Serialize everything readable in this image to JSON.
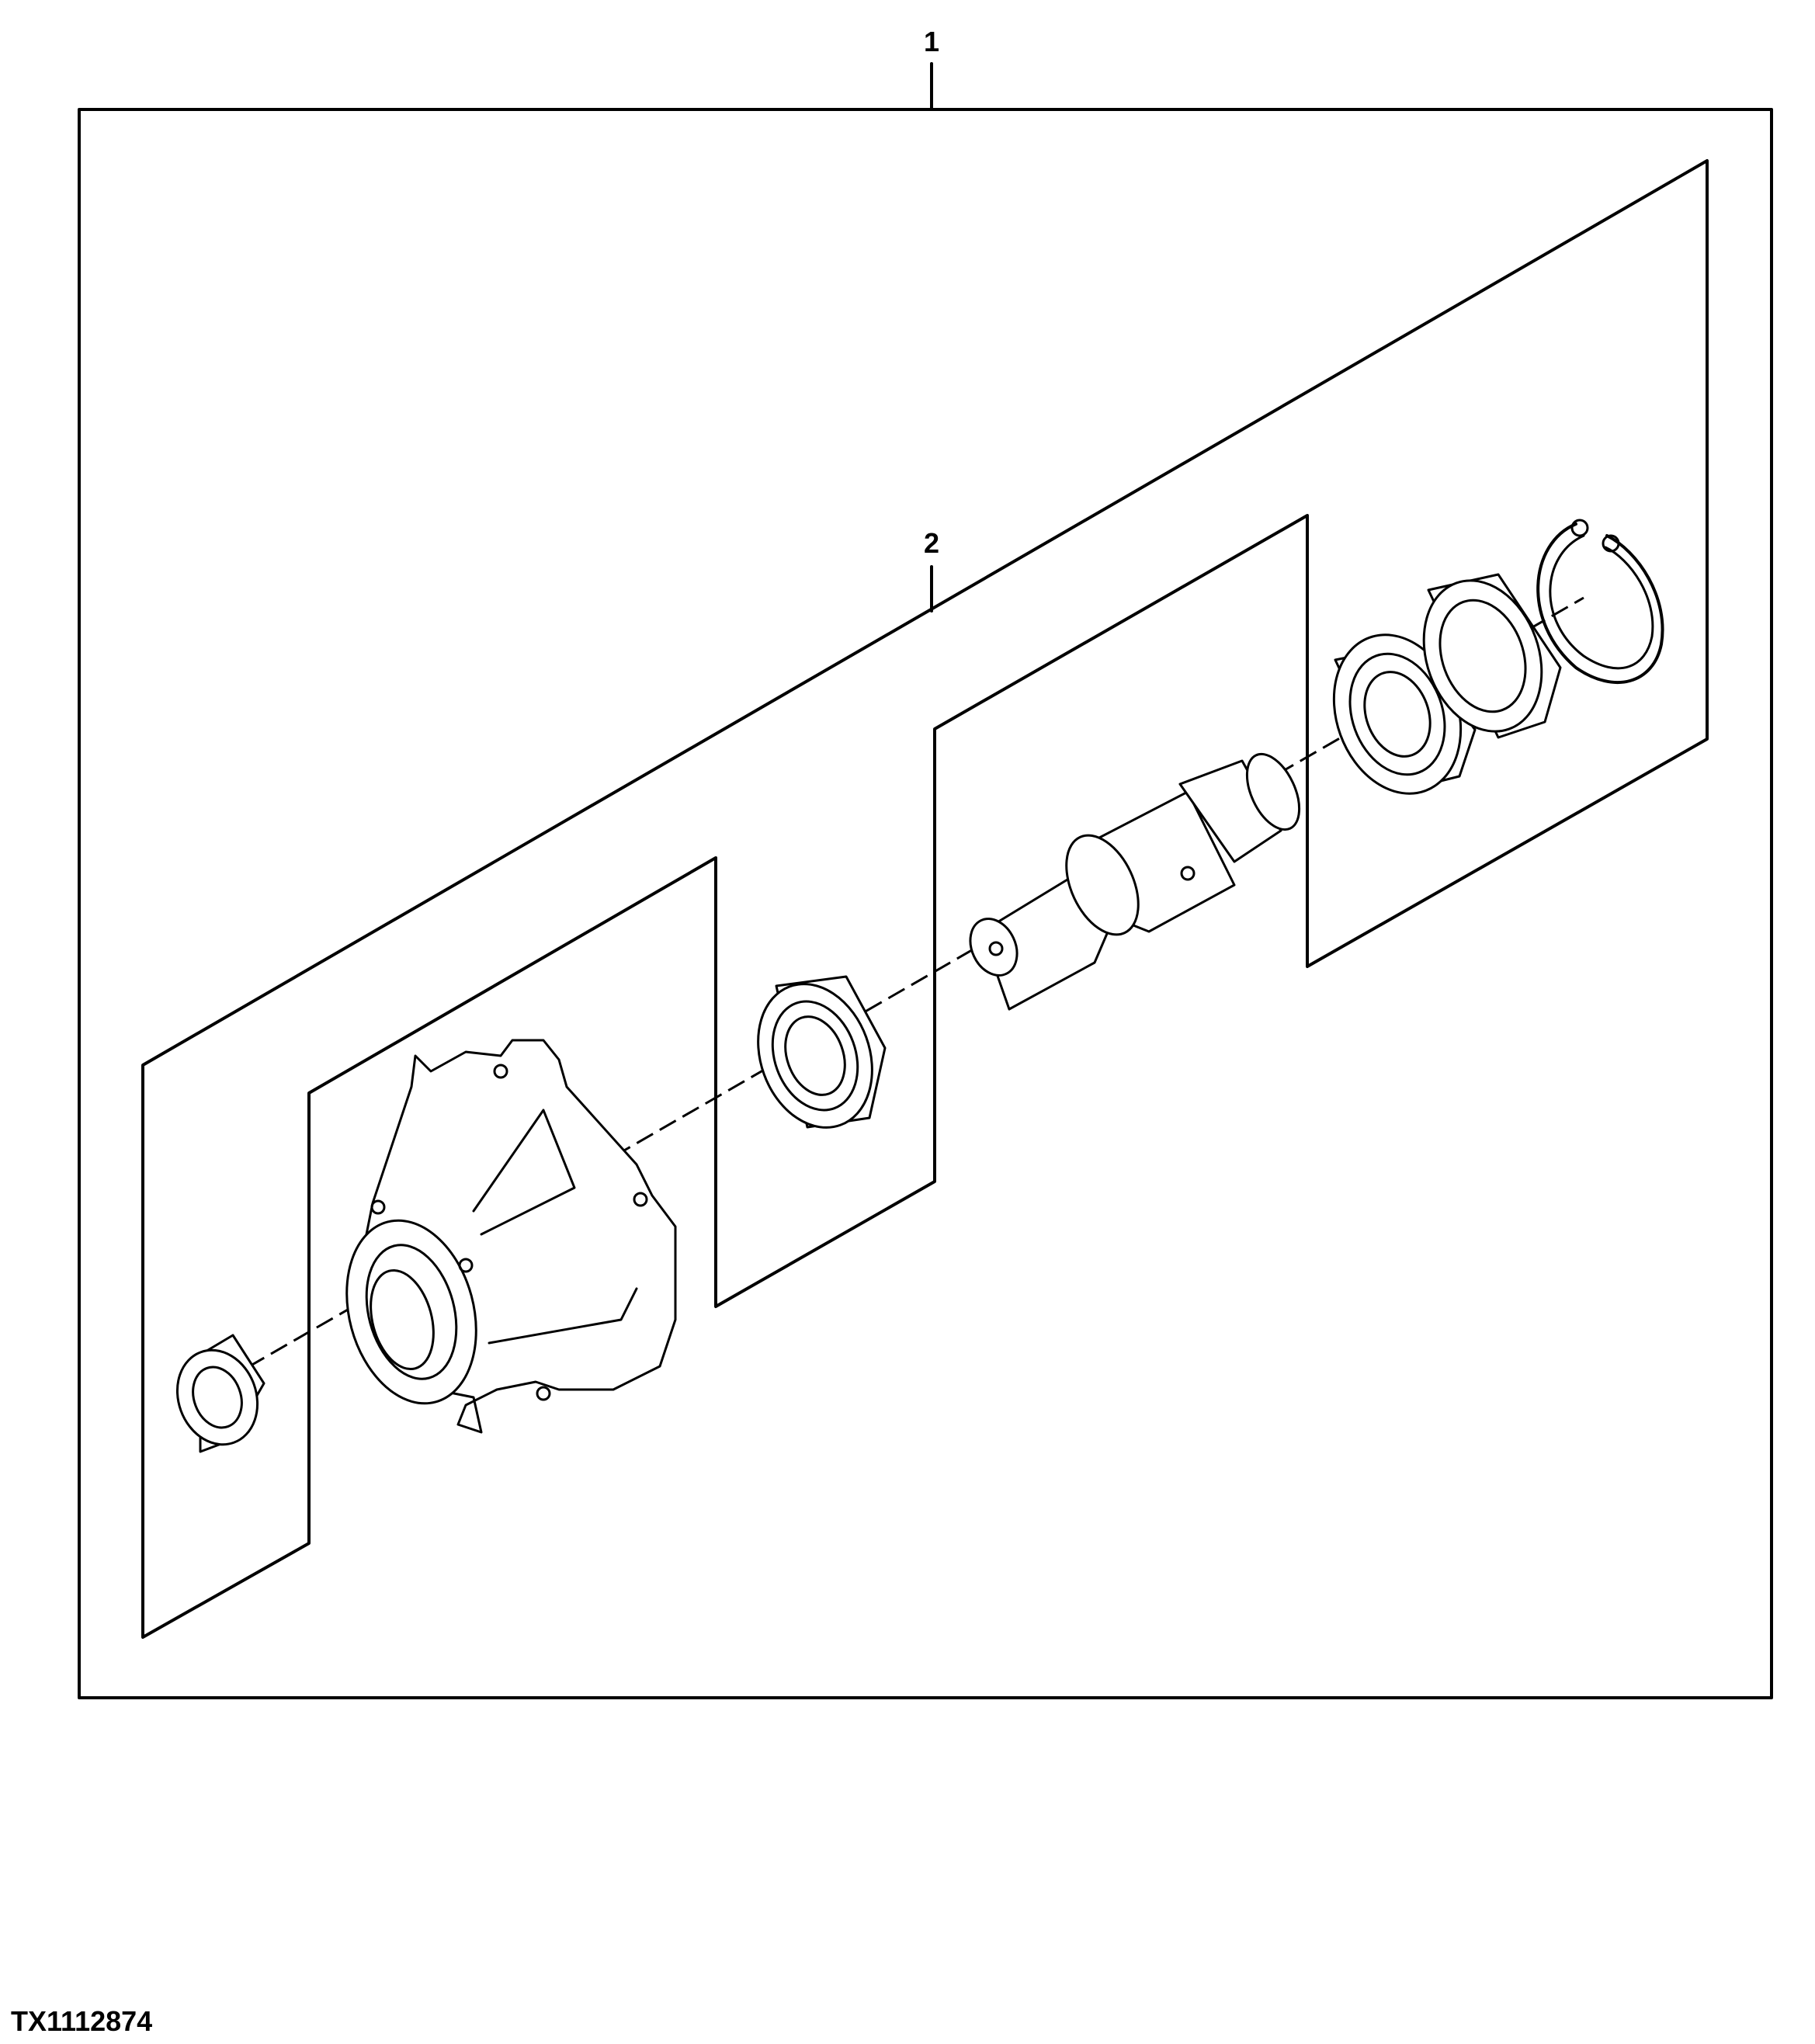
{
  "callouts": {
    "kit": "1",
    "subassembly": "2"
  },
  "figure_id": "TX1112874"
}
